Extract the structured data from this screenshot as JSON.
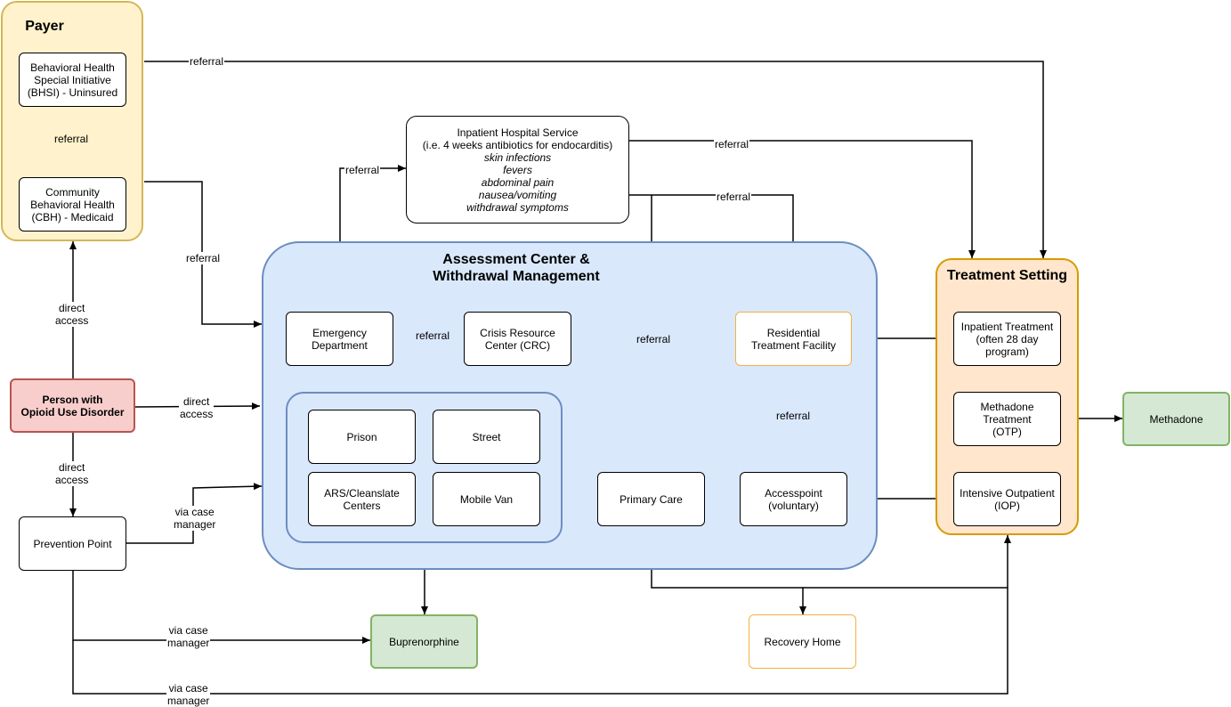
{
  "colors": {
    "payer_fill": "#fff2cc",
    "payer_stroke": "#d6b656",
    "assess_fill": "#dae8fc",
    "assess_stroke": "#6c8ebf",
    "treat_fill": "#ffe6cc",
    "treat_stroke": "#d79b00",
    "green_fill": "#d5e8d4",
    "green_stroke": "#82b366",
    "red_fill": "#f8cecc",
    "red_stroke": "#b85450",
    "orange_stroke": "#f5b041"
  },
  "groups": {
    "payer": "Payer",
    "assessment": "Assessment Center &\nWithdrawal Management",
    "treatment": "Treatment Setting"
  },
  "nodes": {
    "bhsi": "Behavioral Health\nSpecial Initiative\n(BHSI) - Uninsured",
    "cbh": "Community\nBehavioral Health\n(CBH) - Medicaid",
    "person": "Person with\nOpioid Use Disorder",
    "prevention": "Prevention Point",
    "inpatient_title": "Inpatient Hospital Service\n(i.e. 4 weeks antibiotics for endocarditis)",
    "inpatient_symptoms": [
      "skin infections",
      "fevers",
      "abdominal pain",
      "nausea/vomiting",
      "withdrawal symptoms"
    ],
    "ed": "Emergency\nDepartment",
    "crc": "Crisis Resource\nCenter (CRC)",
    "residential": "Residential\nTreatment Facility",
    "prison": "Prison",
    "street": "Street",
    "ars": "ARS/Cleanslate\nCenters",
    "mobile": "Mobile Van",
    "primary": "Primary Care",
    "accesspoint": "Accesspoint\n(voluntary)",
    "inpatient_treatment": "Inpatient Treatment\n(often 28 day\nprogram)",
    "methadone_treatment": "Methadone\nTreatment\n(OTP)",
    "iop": "Intensive Outpatient\n(IOP)",
    "methadone": "Methadone",
    "buprenorphine": "Buprenorphine",
    "recovery": "Recovery Home"
  },
  "edge_labels": {
    "referral": "referral",
    "direct_access": "direct\naccess",
    "via_case_manager": "via case\nmanager"
  }
}
